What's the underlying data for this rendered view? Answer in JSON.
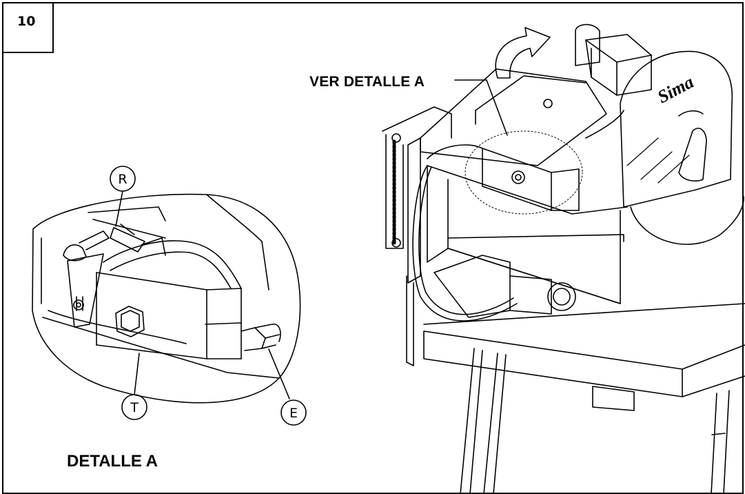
{
  "figure": {
    "step_number": "10",
    "see_detail_label": "VER DETALLE A",
    "detail_title": "DETALLE A",
    "callouts": [
      "R",
      "T",
      "E"
    ],
    "brand": "Sima"
  }
}
